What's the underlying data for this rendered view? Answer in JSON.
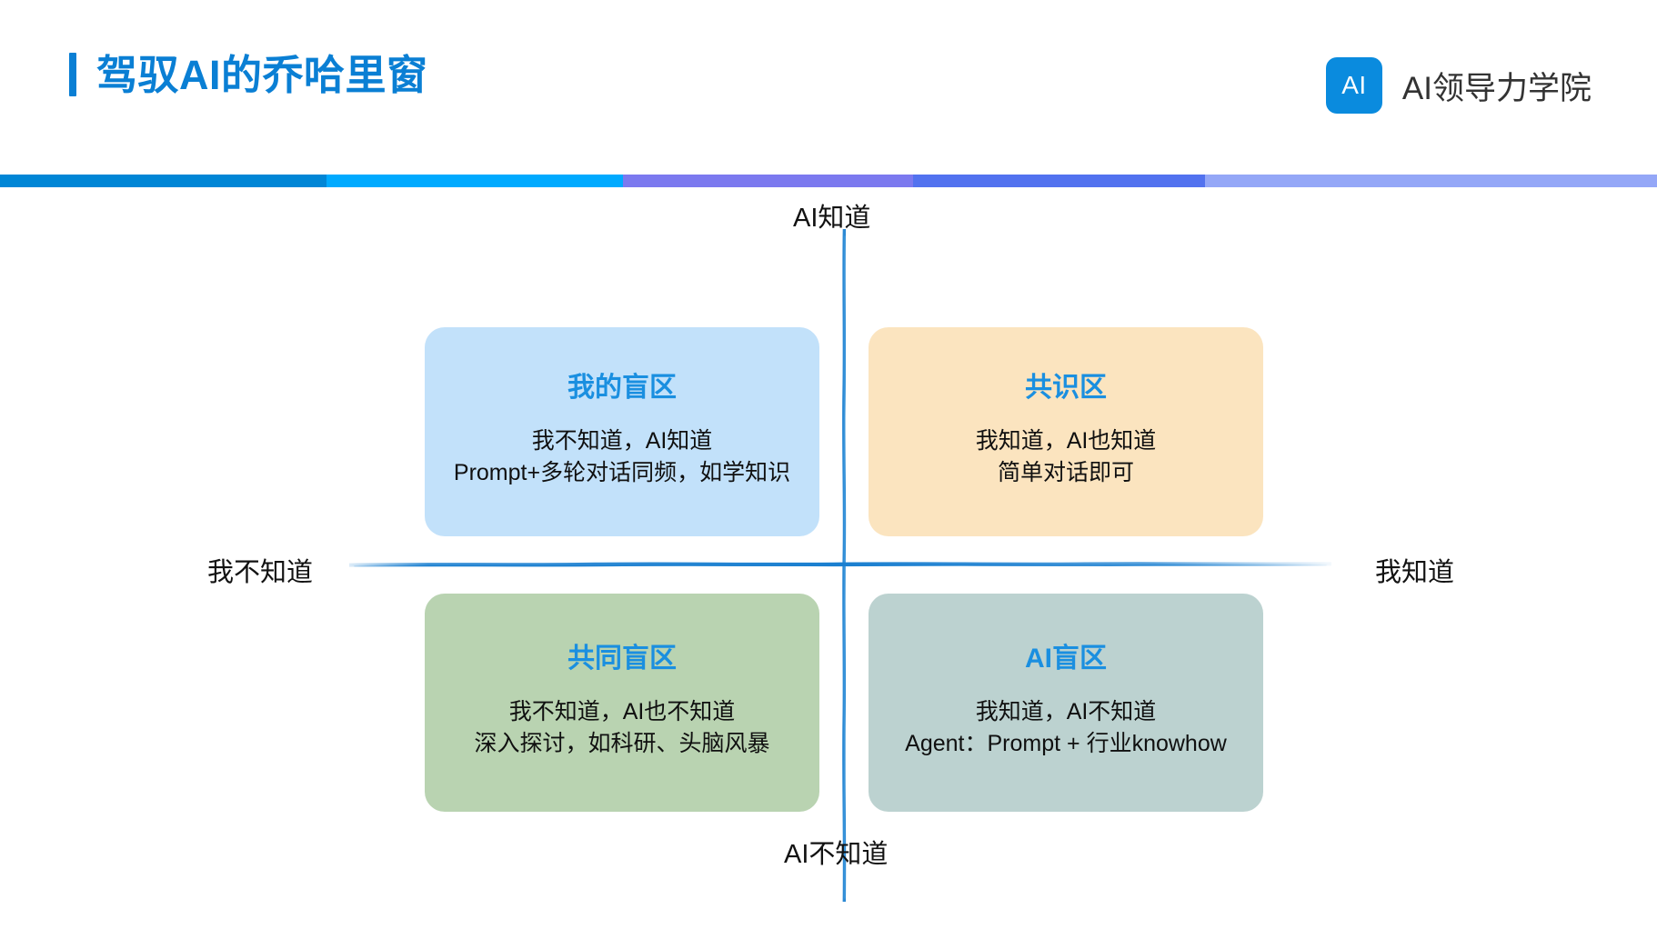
{
  "header": {
    "title": "驾驭AI的乔哈里窗",
    "brand_mark": "AI",
    "brand_name": "AI领导力学院",
    "title_color": "#0a7fd4",
    "brand_mark_color": "#0a8bde"
  },
  "accent_bar": {
    "segments": [
      {
        "name": "segment-deep-blue",
        "color": "#0086d6",
        "width_pct": 19.7
      },
      {
        "name": "segment-bright-blue",
        "color": "#00aaff",
        "width_pct": 17.9
      },
      {
        "name": "segment-violet",
        "color": "#7b79ef",
        "width_pct": 17.5
      },
      {
        "name": "segment-indigo",
        "color": "#5272ef",
        "width_pct": 17.6
      },
      {
        "name": "segment-light-blue",
        "color": "#94a7f7",
        "width_pct": 27.3
      }
    ]
  },
  "matrix": {
    "axis": {
      "top_label": "AI知道",
      "bottom_label": "AI不知道",
      "left_label": "我不知道",
      "right_label": "我知道",
      "line_color": "#1a7fd0"
    },
    "quadrants": [
      {
        "id": "top-left",
        "title": "我的盲区",
        "lines": [
          "我不知道，AI知道",
          "Prompt+多轮对话同频，如学知识"
        ],
        "bg_color": "#c2e1fa",
        "title_color": "#1a8fe0"
      },
      {
        "id": "top-right",
        "title": "共识区",
        "lines": [
          "我知道，AI也知道",
          "简单对话即可"
        ],
        "bg_color": "#fbe4bf",
        "title_color": "#1a8fe0"
      },
      {
        "id": "bottom-left",
        "title": "共同盲区",
        "lines": [
          "我不知道，AI也不知道",
          "深入探讨，如科研、头脑风暴"
        ],
        "bg_color": "#b9d3b1",
        "title_color": "#1a8fe0"
      },
      {
        "id": "bottom-right",
        "title": "AI盲区",
        "lines": [
          "我知道，AI不知道",
          "Agent：Prompt + 行业knowhow"
        ],
        "bg_color": "#bcd2d0",
        "title_color": "#1a8fe0"
      }
    ]
  }
}
